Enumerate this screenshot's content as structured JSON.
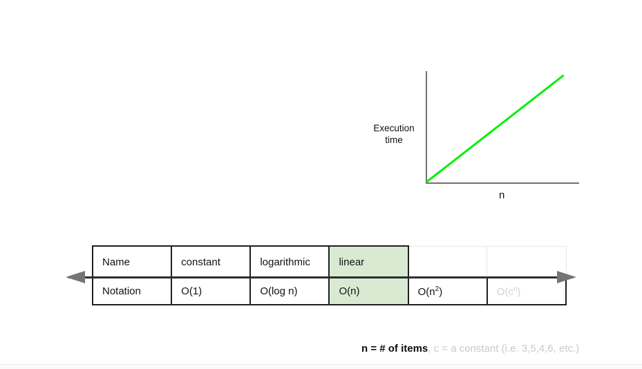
{
  "chart": {
    "y_axis_label": "Execution\ntime",
    "x_axis_label": "n",
    "line_color": "#00f000",
    "axis_color": "#707070"
  },
  "chart_data": {
    "type": "line",
    "title": "",
    "xlabel": "n",
    "ylabel": "Execution time",
    "series": [
      {
        "name": "linear O(n)",
        "color": "#00f000",
        "x": [
          0,
          1
        ],
        "y": [
          0,
          1
        ]
      }
    ],
    "axis_ticks": "none",
    "grid": false,
    "legend_position": "none"
  },
  "table": {
    "highlight_color": "#d9ead3",
    "name_row": [
      "Name",
      "constant",
      "logarithmic",
      "linear",
      "",
      ""
    ],
    "notation_row": [
      {
        "pre": "Notation",
        "sup": "",
        "post": ""
      },
      {
        "pre": "O(1)",
        "sup": "",
        "post": ""
      },
      {
        "pre": "O(log n)",
        "sup": "",
        "post": ""
      },
      {
        "pre": "O(n)",
        "sup": "",
        "post": ""
      },
      {
        "pre": "O(n",
        "sup": "2",
        "post": ")"
      },
      {
        "pre": "O(c",
        "sup": "n",
        "post": ")"
      }
    ]
  },
  "caption": {
    "strong": "n = # of items",
    "ghost": ", c = a constant (i.e. 3,5,4,6, etc.)"
  }
}
